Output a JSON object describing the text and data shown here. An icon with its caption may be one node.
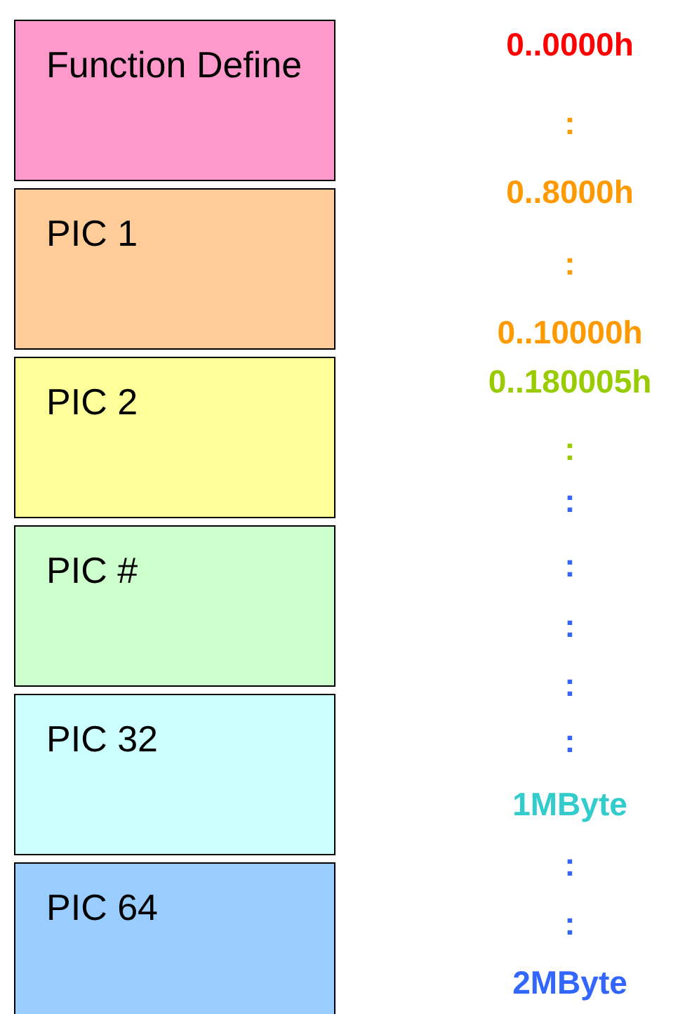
{
  "diagram": {
    "nodes": [
      {
        "text": [
          "Function Define"
        ]
      },
      {
        "text": [
          "PIC 1"
        ]
      },
      {
        "text": [
          "PIC 2"
        ]
      },
      {
        "text": [
          "PIC #"
        ]
      },
      {
        "text": [
          "PIC 32"
        ]
      },
      {
        "text": [
          "PIC 64"
        ]
      }
    ],
    "labels": [
      "0..0000h",
      ":",
      "0..8000h",
      ":",
      "0..10000h",
      "0..180005h",
      ":",
      ":",
      ":",
      ":",
      ":",
      ":",
      "1MByte",
      ":",
      ":",
      "2MByte"
    ]
  }
}
